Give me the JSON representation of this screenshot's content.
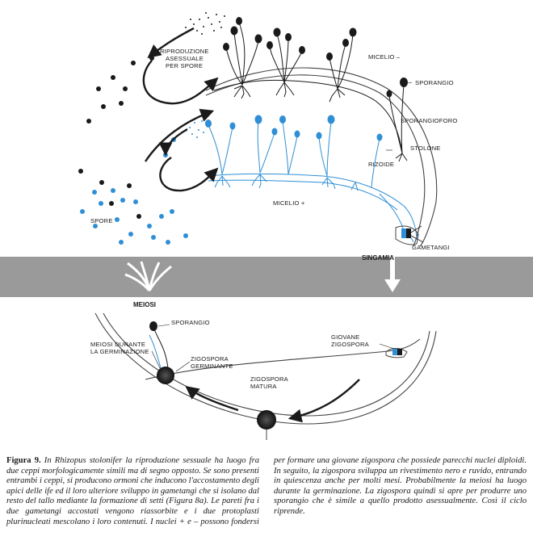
{
  "labels": {
    "riproduzione": [
      "RIPRODUZIONE",
      "ASESSUALE",
      "PER SPORE"
    ],
    "micelio_minus": "MICELIO –",
    "sporangio_top": "SPORANGIO",
    "sporangioforo": "SPORANGIOFORO",
    "stolone": "STOLONE",
    "rizoide": "RIZOIDE",
    "micelio_plus": "MICELIO +",
    "spore": "SPORE",
    "gametangi": "GAMETANGI",
    "singamia": "SINGAMIA",
    "meiosi": "MEIOSI",
    "sporangio_bottom": "SPORANGIO",
    "meiosi_germinazione": [
      "MEIOSI DURANTE",
      "LA GERMINAZIONE"
    ],
    "zigospora_germinante": [
      "ZIGOSPORA",
      "GERMINANTE"
    ],
    "giovane_zigospora": [
      "GIOVANE",
      "ZIGOSPORA"
    ],
    "zigospora_matura": [
      "ZIGOSPORA",
      "MATURA"
    ]
  },
  "colors": {
    "blue_strain": "#2f8fd6",
    "black_strain": "#1a1a1a",
    "band": "#9a9a9a"
  },
  "caption": {
    "title": "Figura 9.",
    "text": "In Rhizopus stolonifer la riproduzione sessuale ha luogo fra due ceppi morfologicamente simili ma di segno opposto. Se sono presenti entrambi i ceppi, si producono ormoni che inducono l'accostamento degli apici delle ife ed il loro ulteriore sviluppo in gametangi che si isolano dal resto del tallo mediante la formazione di setti (Figura 8a). Le pareti fra i due gametangi accostati vengono riassorbite e i due protoplasti plurinucleati mescolano i loro contenuti. I nuclei + e – possono fondersi per formare una giovane zigospora che possiede parecchi nuclei diploidi. In seguito, la zigospora sviluppa un rivestimento nero e ruvido, entrando in quiescenza anche per molti mesi. Probabilmente la meiosi ha luogo durante la germinazione. La zigospora quindi si apre per produrre uno sporangio che è simile a quello prodotto asessualmente. Così il ciclo riprende."
  }
}
